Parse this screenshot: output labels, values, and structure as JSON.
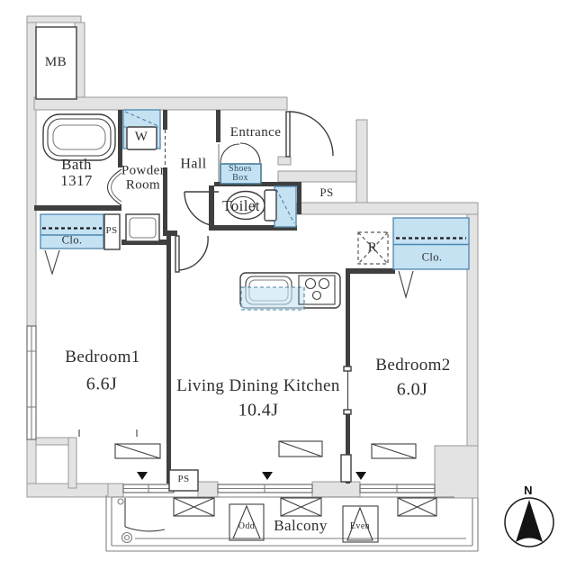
{
  "labels": {
    "meter_box": "MB",
    "bath_line1": "Bath",
    "bath_line2": "1317",
    "washer": "W",
    "powder_line1": "Powder",
    "powder_line2": "Room",
    "hall": "Hall",
    "entrance": "Entrance",
    "shoes_line1": "Shoes",
    "shoes_line2": "Box",
    "toilet": "Toilet",
    "ps_top": "PS",
    "ps_left": "PS",
    "ps_bottom": "PS",
    "fridge_space": "R",
    "closet1": "Clo.",
    "closet2": "Clo.",
    "bedroom1_name": "Bedroom1",
    "bedroom1_size": "6.6J",
    "ldk_name": "Living Dining Kitchen",
    "ldk_size": "10.4J",
    "bedroom2_name": "Bedroom2",
    "bedroom2_size": "6.0J",
    "balcony": "Balcony",
    "hatch_odd": "Odd",
    "hatch_even": "Even",
    "north": "N"
  },
  "colors": {
    "wall_fill": "#e3e3e3",
    "wall_stroke": "#9a9a9a",
    "line": "#3f3f3f",
    "fixture_fill": "#c5e2f3",
    "fixture_stroke": "#4d86ad",
    "text": "#2e2e2e"
  }
}
